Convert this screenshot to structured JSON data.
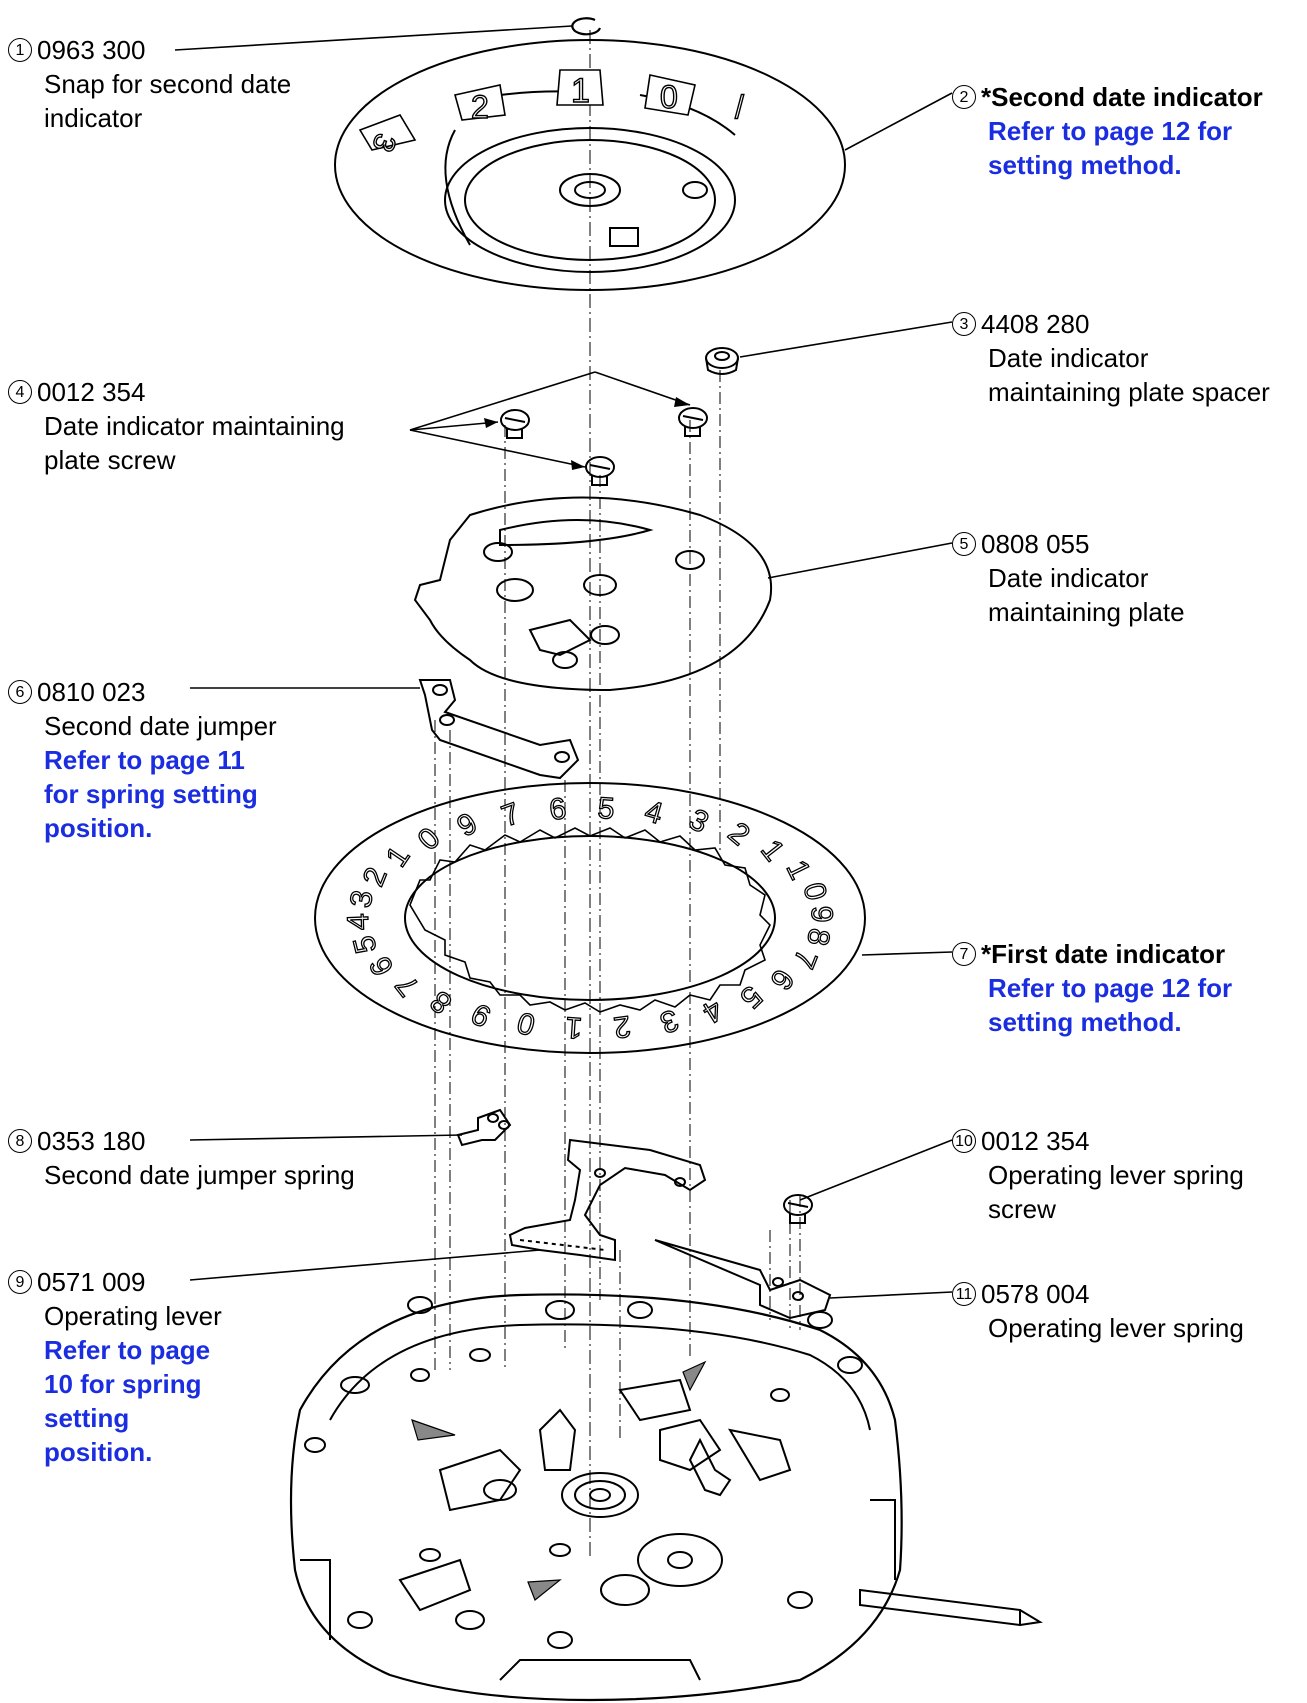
{
  "parts": [
    {
      "id": "p1",
      "marker": "1",
      "code": "0963 300",
      "lines": [
        "Snap for second date",
        "indicator"
      ],
      "note": []
    },
    {
      "id": "p2",
      "marker": "2",
      "code": "*Second date indicator",
      "lines": [],
      "note": [
        "Refer to page 12 for",
        "setting method."
      ]
    },
    {
      "id": "p3",
      "marker": "3",
      "code": "4408 280",
      "lines": [
        "Date indicator",
        "maintaining plate spacer"
      ],
      "note": []
    },
    {
      "id": "p4",
      "marker": "4",
      "code": "0012 354",
      "lines": [
        "Date indicator maintaining",
        "plate screw"
      ],
      "note": []
    },
    {
      "id": "p5",
      "marker": "5",
      "code": "0808 055",
      "lines": [
        "Date indicator",
        "maintaining plate"
      ],
      "note": []
    },
    {
      "id": "p6",
      "marker": "6",
      "code": "0810 023",
      "lines": [
        "Second date jumper"
      ],
      "note": [
        "Refer to page 11",
        "for spring setting",
        "position."
      ]
    },
    {
      "id": "p7",
      "marker": "7",
      "code": "*First date indicator",
      "lines": [],
      "note": [
        "Refer to page 12 for",
        "setting method."
      ]
    },
    {
      "id": "p8",
      "marker": "8",
      "code": "0353 180",
      "lines": [
        "Second date jumper spring"
      ],
      "note": []
    },
    {
      "id": "p9",
      "marker": "9",
      "code": "0571 009",
      "lines": [
        "Operating lever"
      ],
      "note": [
        "Refer to page",
        "10 for spring",
        "setting",
        "position."
      ]
    },
    {
      "id": "p10",
      "marker": "10",
      "code": "0012 354",
      "lines": [
        "Operating lever spring",
        "screw"
      ],
      "note": []
    },
    {
      "id": "p11",
      "marker": "11",
      "code": "0578 004",
      "lines": [
        "Operating lever spring"
      ],
      "note": []
    }
  ],
  "second_date_digits": [
    "3",
    "2",
    "1",
    "0",
    "/"
  ],
  "first_date_digits": [
    "7",
    "6",
    "5",
    "4",
    "3",
    "2",
    "1",
    "1",
    "0",
    "9",
    "8",
    "7",
    "6",
    "5",
    "4",
    "3",
    "2",
    "1",
    "0",
    "9",
    "8",
    "7",
    "6",
    "5",
    "4",
    "3",
    "2",
    "1",
    "0",
    "9"
  ],
  "colors": {
    "note": "#1a2de0",
    "ink": "#000000"
  }
}
